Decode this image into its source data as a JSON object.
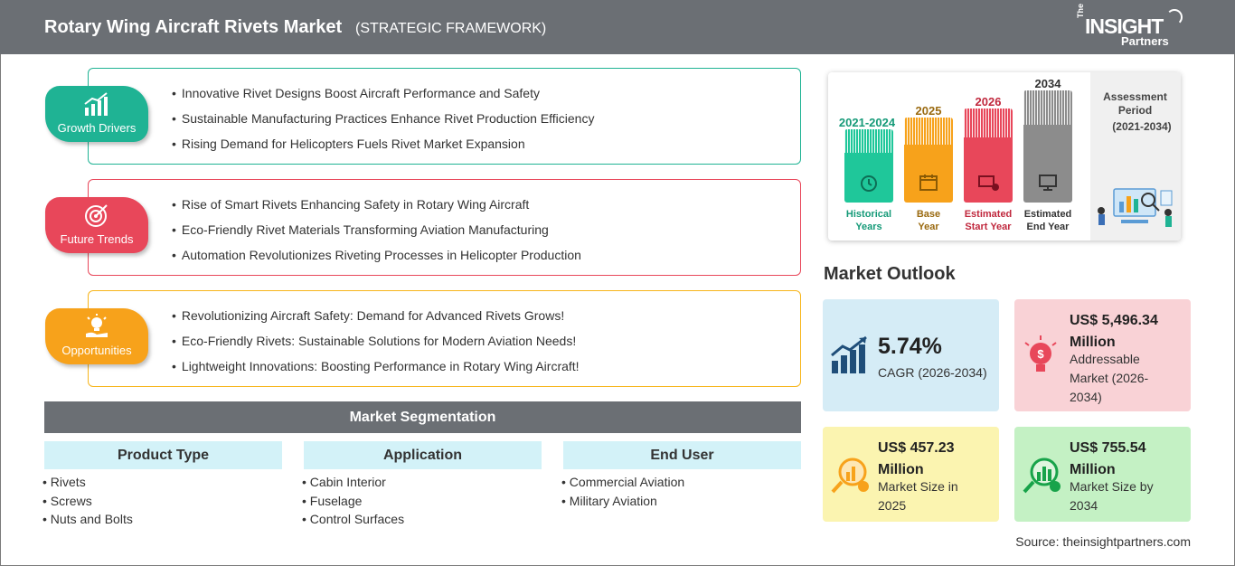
{
  "header": {
    "title": "Rotary Wing Aircraft Rivets Market",
    "subtitle": "(STRATEGIC FRAMEWORK)",
    "logo": {
      "the": "The",
      "insight": "INSIGHT",
      "partners": "Partners"
    }
  },
  "sections": [
    {
      "label": "Growth Drivers",
      "color": "#1fb394",
      "icon": "chart-icon",
      "items": [
        "Innovative Rivet Designs Boost Aircraft Performance and Safety",
        "Sustainable Manufacturing Practices Enhance Rivet Production Efficiency",
        "Rising Demand for Helicopters Fuels Rivet Market Expansion"
      ]
    },
    {
      "label": "Future Trends",
      "color": "#e8475a",
      "icon": "target-icon",
      "items": [
        "Rise of Smart Rivets Enhancing Safety in Rotary Wing Aircraft",
        "Eco-Friendly Rivet Materials Transforming Aviation Manufacturing",
        "Automation Revolutionizes Riveting Processes in Helicopter Production"
      ]
    },
    {
      "label": "Opportunities",
      "color": "#f7a21b",
      "icon": "lightbulb-icon",
      "items": [
        "Revolutionizing Aircraft Safety: Demand for Advanced Rivets Grows!",
        "Eco-Friendly Rivets: Sustainable Solutions for Modern Aviation Needs!",
        "Lightweight Innovations: Boosting Performance in Rotary Wing Aircraft!"
      ]
    }
  ],
  "segmentation": {
    "title": "Market Segmentation",
    "columns": [
      {
        "heading": "Product Type",
        "items": [
          "Rivets",
          "Screws",
          "Nuts and Bolts"
        ]
      },
      {
        "heading": "Application",
        "items": [
          "Cabin Interior",
          "Fuselage",
          "Control Surfaces"
        ]
      },
      {
        "heading": "End User",
        "items": [
          "Commercial Aviation",
          "Military Aviation"
        ]
      }
    ]
  },
  "timeline": {
    "bars": [
      {
        "year": "2021-2024",
        "label": "Historical Years",
        "label_lines": [
          "Historical",
          "Years"
        ],
        "color": "#1fc79a",
        "year_color": "#159a78",
        "icon": "history-icon"
      },
      {
        "year": "2025",
        "label": "Base Year",
        "label_lines": [
          "Base",
          "Year"
        ],
        "color": "#f7a21b",
        "year_color": "#9a6a10",
        "icon": "calendar-icon"
      },
      {
        "year": "2026",
        "label": "Estimated Start Year",
        "label_lines": [
          "Estimated",
          "Start Year"
        ],
        "color": "#e8475a",
        "year_color": "#c0283d",
        "icon": "start-icon"
      },
      {
        "year": "2034",
        "label": "Estimated End Year",
        "label_lines": [
          "Estimated",
          "End Year"
        ],
        "color": "#8c8c8c",
        "year_color": "#333333",
        "icon": "monitor-icon"
      }
    ],
    "assessment": {
      "title": "Assessment Period",
      "range": "(2021-2034)"
    }
  },
  "outlook": {
    "title": "Market Outlook",
    "cards": [
      {
        "value": "5.74%",
        "caption": "CAGR (2026-2034)",
        "bg": "#d5ecf6",
        "icon": "growth-chart-icon"
      },
      {
        "value": "US$ 5,496.34 Million",
        "caption": "Addressable Market (2026-2034)",
        "bg": "#f9d2d6",
        "icon": "money-bulb-icon"
      },
      {
        "value": "US$ 457.23 Million",
        "caption": "Market Size in 2025",
        "bg": "#fbf4b0",
        "icon": "magnifier-coin-icon"
      },
      {
        "value": "US$ 755.54 Million",
        "caption": "Market Size by 2034",
        "bg": "#c4f1c4",
        "icon": "magnifier-chart-icon"
      }
    ]
  },
  "source": "Source: theinsightpartners.com"
}
